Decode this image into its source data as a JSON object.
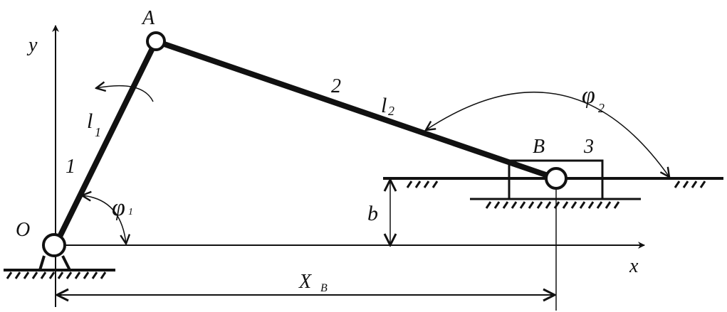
{
  "diagram": {
    "title": "Slider-crank mechanism",
    "labels": {
      "point_o": "O",
      "point_a": "A",
      "point_b": "B",
      "axis_x": "x",
      "axis_y": "y",
      "link_1": "1",
      "link_2": "2",
      "link_3": "3",
      "length_1": "l",
      "length_1_sub": "1",
      "length_2": "l",
      "length_2_sub": "2",
      "angle_1": "φ",
      "angle_1_sub": "1",
      "angle_2": "φ",
      "angle_2_sub": "2",
      "offset": "b",
      "xb": "X",
      "xb_sub": "B"
    },
    "colors": {
      "ink": "#111111",
      "background": "#ffffff"
    }
  }
}
